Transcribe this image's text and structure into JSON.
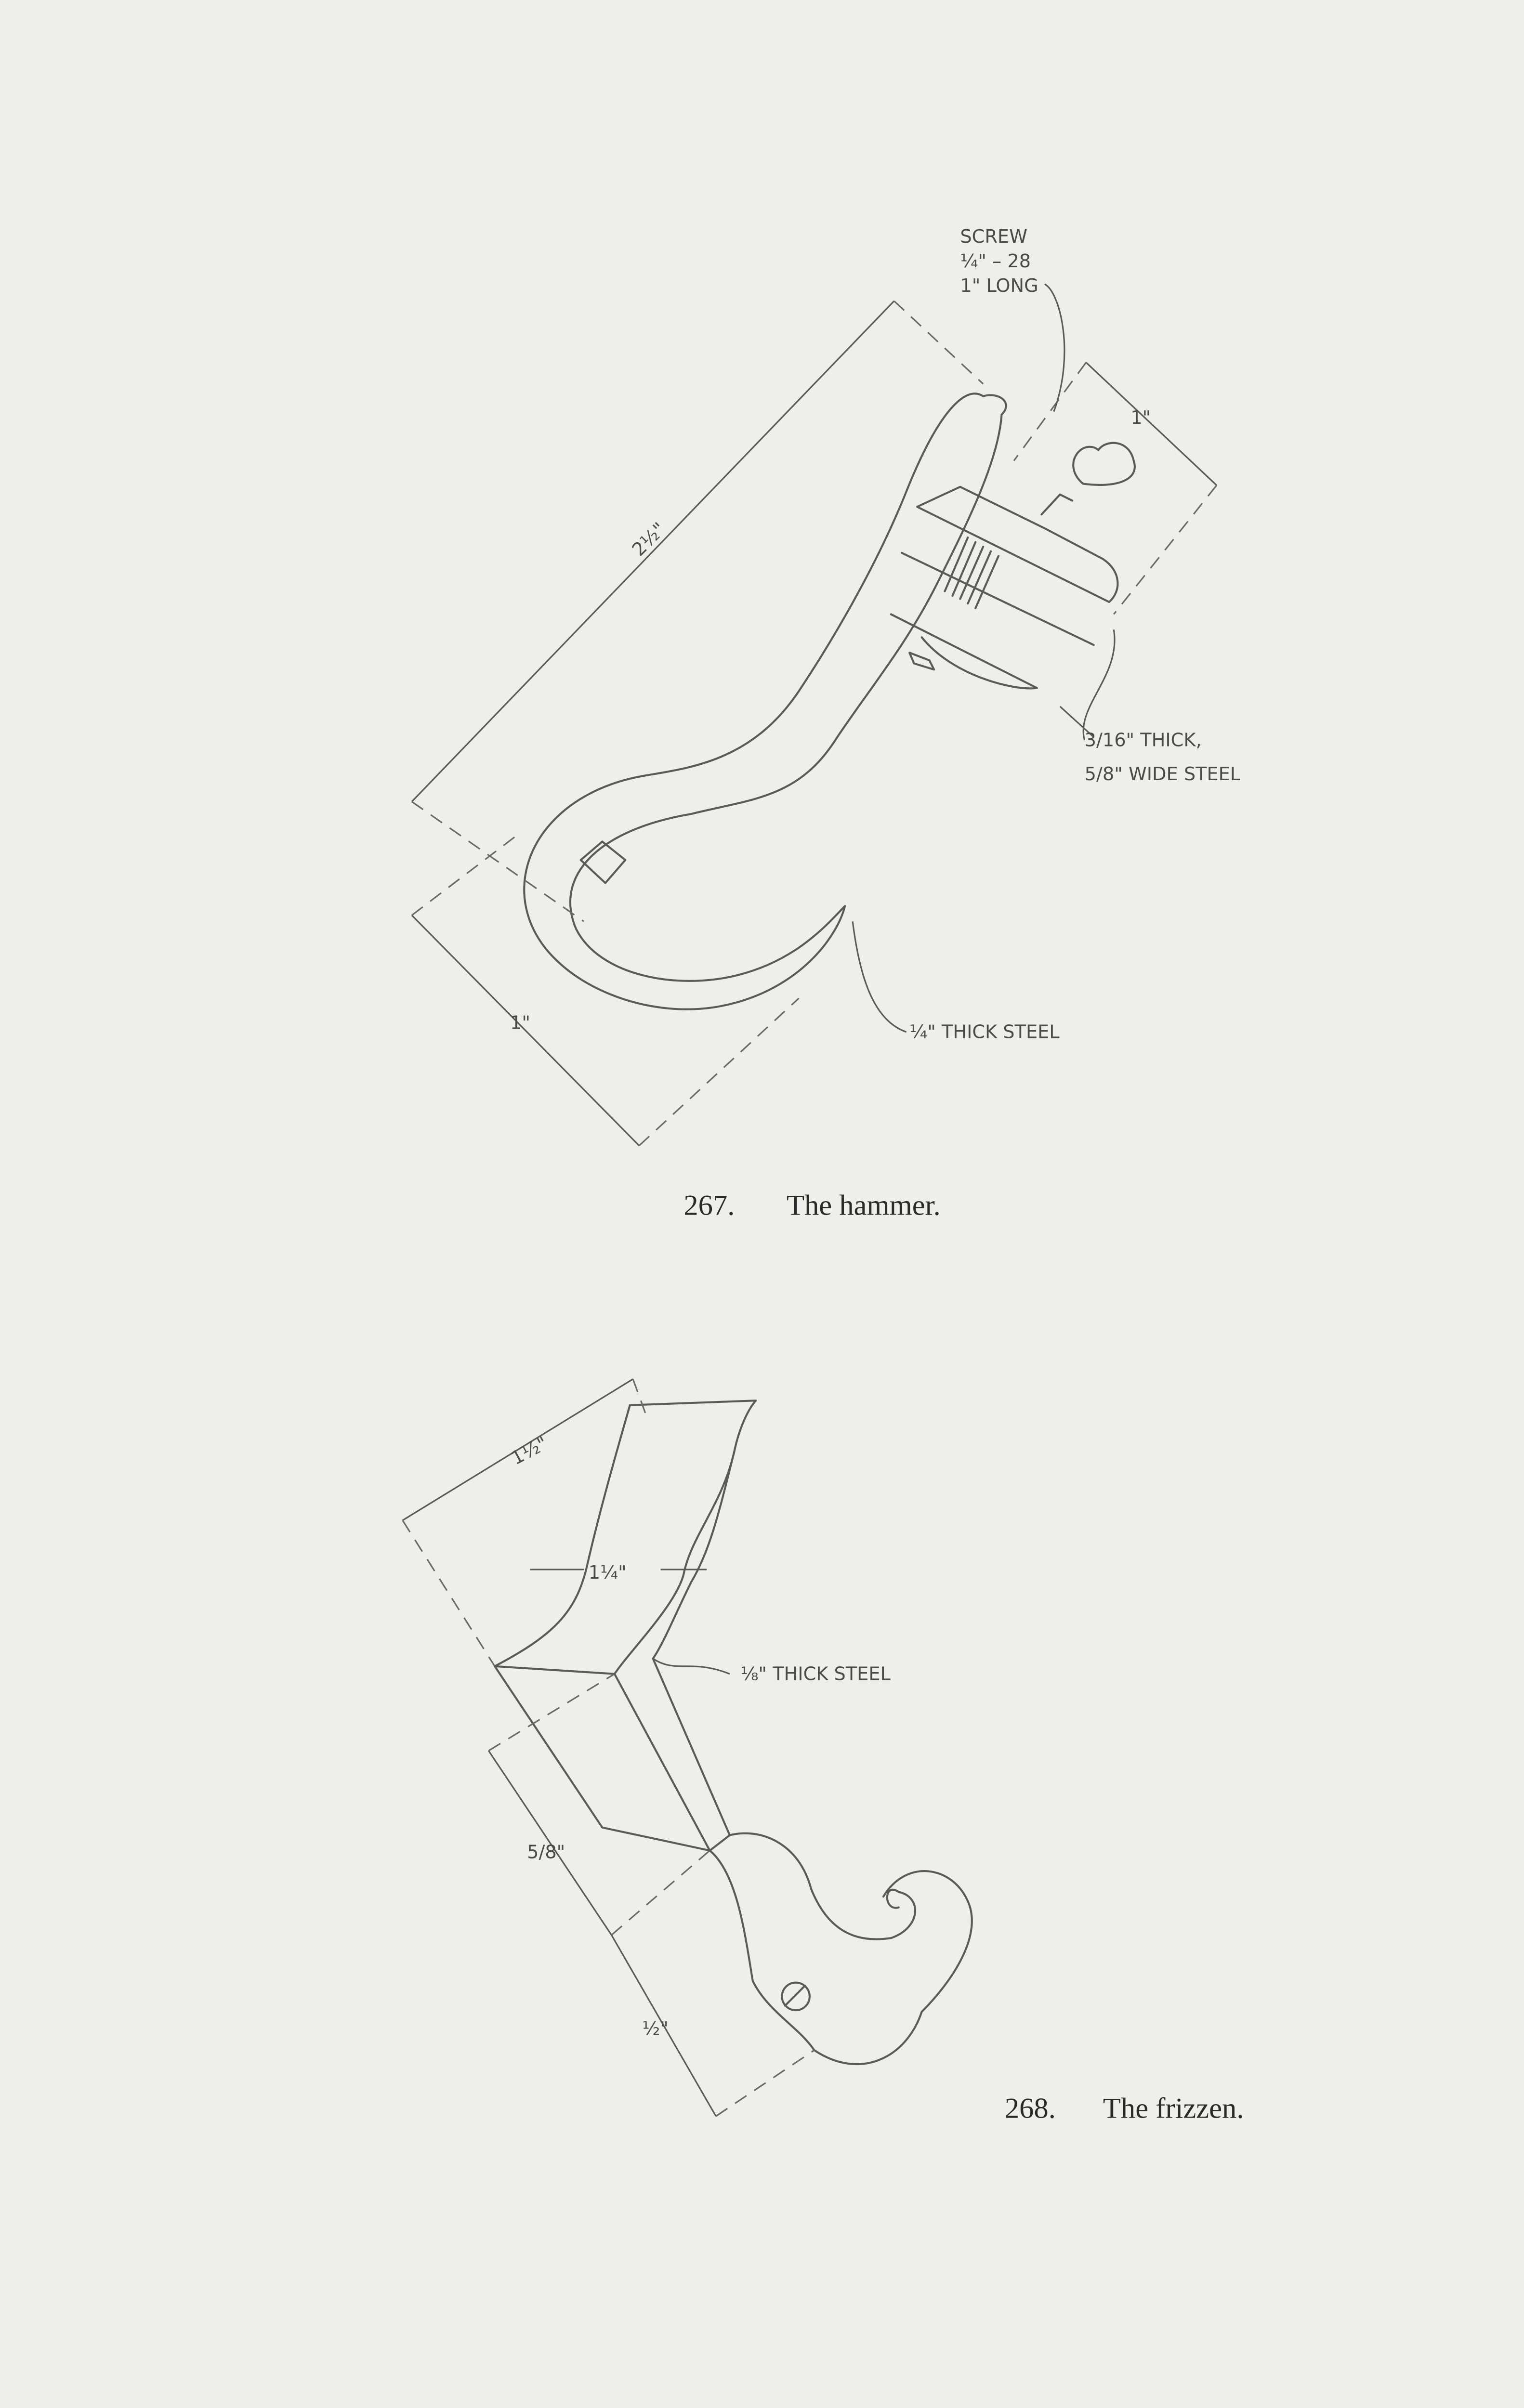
{
  "figures": [
    {
      "number": "267.",
      "caption": "The hammer.",
      "labels": {
        "screw_line1": "SCREW",
        "screw_line2": "¼\" – 28",
        "screw_line3": "1\" LONG",
        "dim_length": "2½\"",
        "dim_width_right": "1\"",
        "dim_width_lower": "1\"",
        "jaw_line1": "3/16\" THICK,",
        "jaw_line2": "5/8\" WIDE STEEL",
        "body_material": "¼\" THICK STEEL"
      }
    },
    {
      "number": "268.",
      "caption": "The frizzen.",
      "labels": {
        "dim_height": "1½\"",
        "dim_width": "1¼\"",
        "material": "⅛\" THICK STEEL",
        "dim_lower1": "5/8\"",
        "dim_lower2": "½\""
      }
    }
  ]
}
